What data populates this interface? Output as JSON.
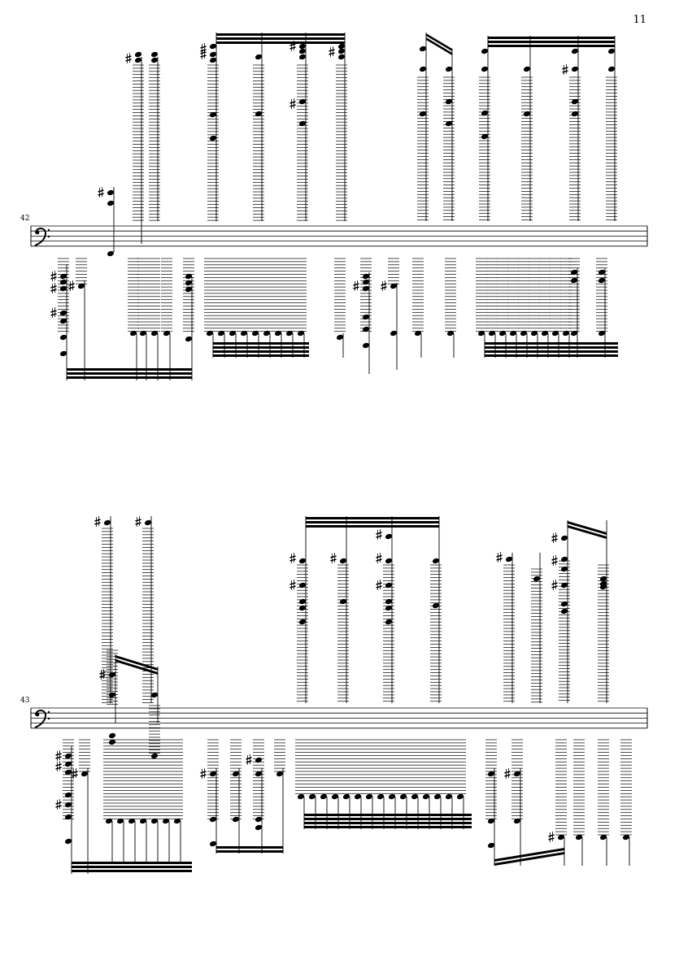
{
  "page": {
    "number": "11"
  },
  "systems": [
    {
      "measure_number": "42",
      "clef": "bass"
    },
    {
      "measure_number": "43",
      "clef": "bass"
    }
  ]
}
